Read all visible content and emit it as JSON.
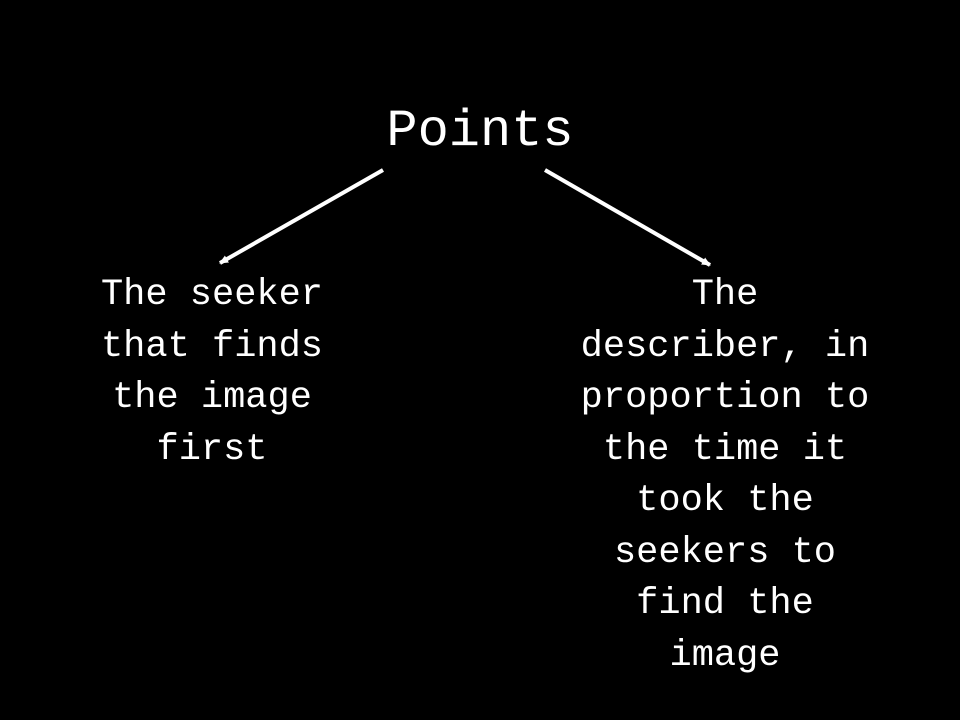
{
  "diagram": {
    "title": "Points",
    "nodes": [
      {
        "id": "seeker",
        "lines": [
          "The seeker",
          "that finds",
          "the image",
          "first"
        ]
      },
      {
        "id": "describer",
        "lines": [
          "The",
          "describer, in",
          "proportion to",
          "the time it",
          "took the",
          "seekers to",
          "find the",
          "image"
        ]
      }
    ],
    "edges": [
      {
        "from": "title",
        "to": "seeker"
      },
      {
        "from": "title",
        "to": "describer"
      }
    ],
    "colors": {
      "background": "#000000",
      "foreground": "#ffffff"
    }
  }
}
